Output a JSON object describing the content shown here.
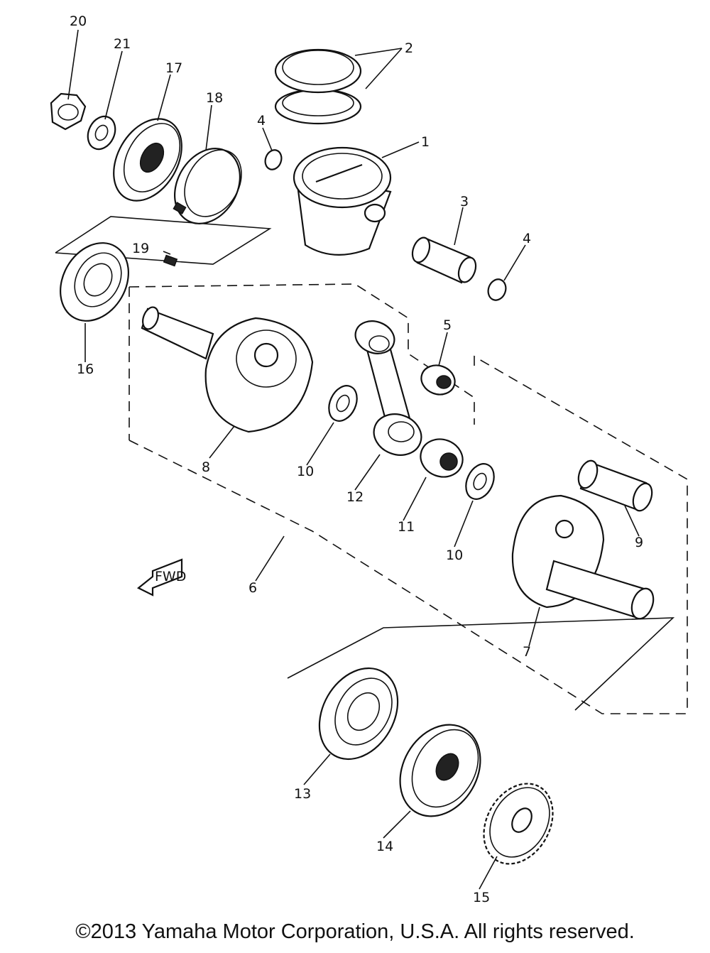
{
  "diagram": {
    "callouts": {
      "c1": "1",
      "c2": "2",
      "c3": "3",
      "c4a": "4",
      "c4b": "4",
      "c5": "5",
      "c6": "6",
      "c7": "7",
      "c8": "8",
      "c9": "9",
      "c10a": "10",
      "c10b": "10",
      "c11": "11",
      "c12": "12",
      "c13": "13",
      "c14": "14",
      "c15": "15",
      "c16": "16",
      "c17": "17",
      "c18": "18",
      "c19": "19",
      "c20": "20",
      "c21": "21"
    },
    "front_arrow_label": "FWD"
  },
  "footer": {
    "copyright": "©2013 Yamaha Motor Corporation, U.S.A. All rights reserved."
  }
}
